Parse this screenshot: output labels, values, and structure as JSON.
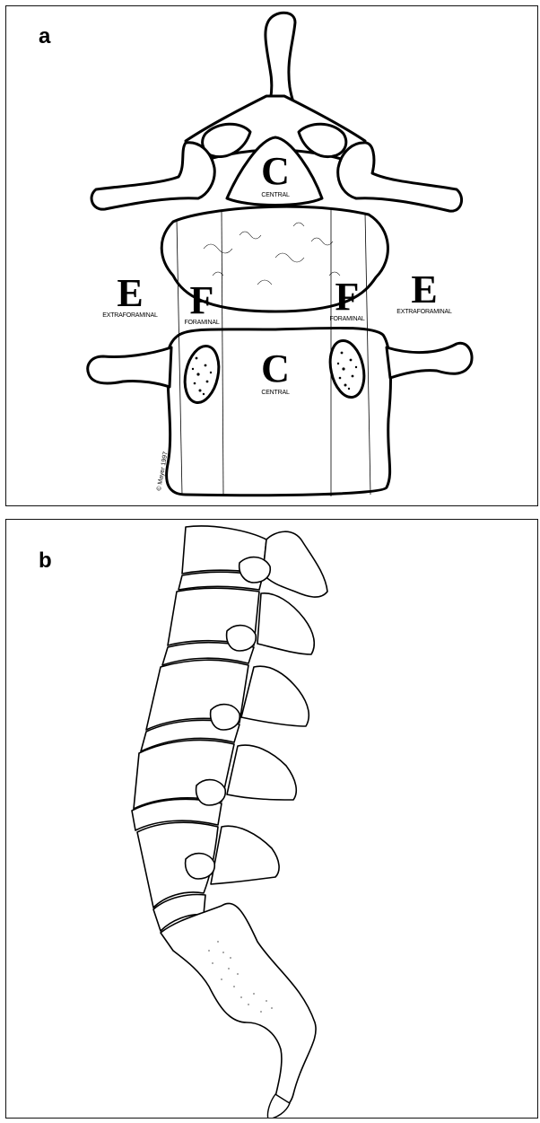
{
  "panel_a": {
    "letter": "a",
    "labels": {
      "c_top": "C",
      "central_top": "CENTRAL",
      "e_left": "E",
      "extraforaminal_left": "EXTRAFORAMINAL",
      "f_left": "F",
      "foraminal_left": "FORAMINAL",
      "f_right": "F",
      "foraminal_right": "FORAMINAL",
      "e_right": "E",
      "extraforaminal_right": "EXTRAFORAMINAL",
      "c_bottom": "C",
      "central_bottom": "CENTRAL"
    },
    "copyright": "© Mayer 1997"
  },
  "panel_b": {
    "letter": "b"
  },
  "colors": {
    "ink": "#000000",
    "paper": "#ffffff"
  }
}
